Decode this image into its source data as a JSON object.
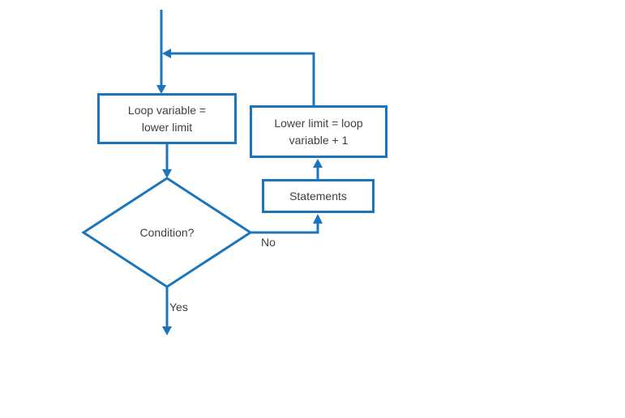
{
  "colors": {
    "accent": "#1B75BC",
    "text": "#3F3F3F",
    "background": "#FFFFFF"
  },
  "nodes": {
    "init": {
      "label": "Loop variable =\nlower limit"
    },
    "update": {
      "label": "Lower limit = loop\nvariable + 1"
    },
    "statements": {
      "label": "Statements"
    },
    "condition": {
      "label": "Condition?"
    }
  },
  "branches": {
    "no": "No",
    "yes": "Yes"
  }
}
